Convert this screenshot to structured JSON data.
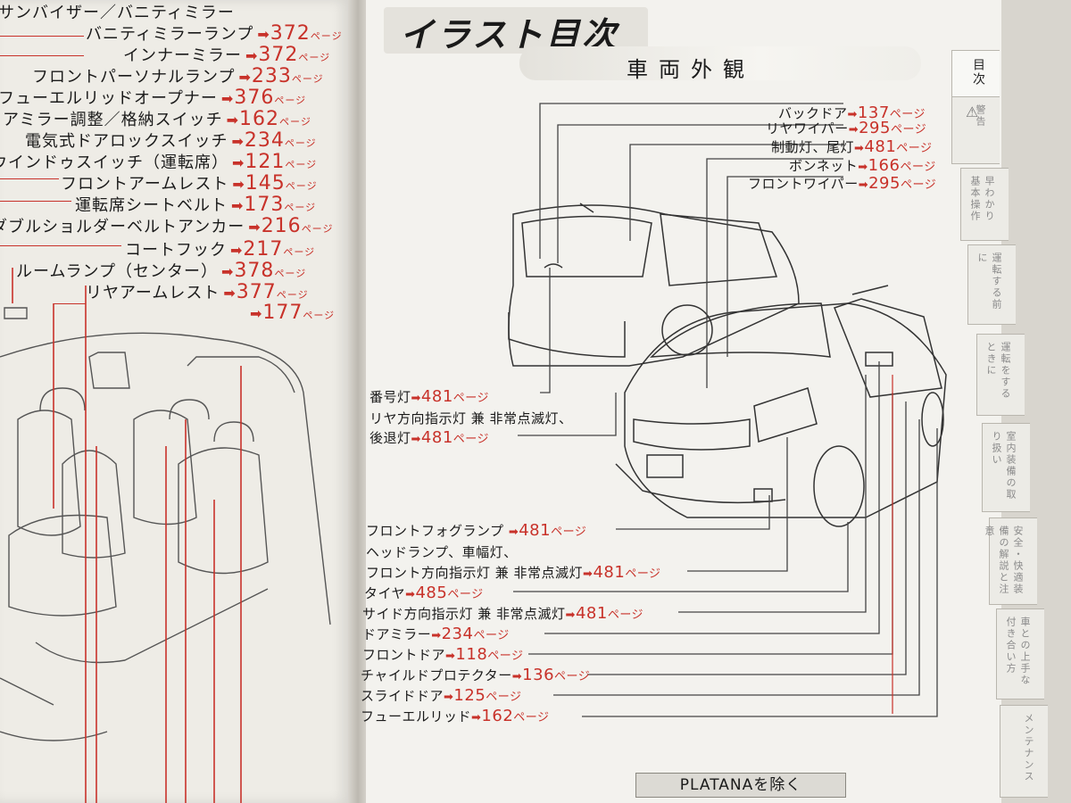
{
  "left_index": [
    {
      "label": "サンバイザー／バニティミラー",
      "page": ""
    },
    {
      "label": "バニティミラーランプ",
      "page": "372"
    },
    {
      "label": "インナーミラー",
      "page": "372"
    },
    {
      "label": "フロントパーソナルランプ",
      "page": "233"
    },
    {
      "label": "フューエルリッドオープナー",
      "page": "376"
    },
    {
      "label": "ドアミラー調整／格納スイッチ",
      "page": "162"
    },
    {
      "label": "電気式ドアロックスイッチ",
      "page": "234"
    },
    {
      "label": "ウインドゥスイッチ（運転席）",
      "page": "121"
    },
    {
      "label": "フロントアームレスト",
      "page": "145"
    },
    {
      "label": "運転席シートベルト",
      "page": "173"
    },
    {
      "label": "ダブルショルダーベルトアンカー",
      "page": "216"
    },
    {
      "label": "コートフック",
      "page": "217"
    },
    {
      "label": "ルームランプ（センター）",
      "page": "378"
    },
    {
      "label": "リヤアームレスト",
      "page": "377"
    },
    {
      "label": "",
      "page": "177"
    }
  ],
  "page_unit": "ページ",
  "arrow": "➡",
  "header": {
    "title": "イラスト目次",
    "subtitle": "車両外観"
  },
  "callouts_top": [
    {
      "label": "バックドア",
      "page": "137"
    },
    {
      "label": "リヤワイパー",
      "page": "295"
    },
    {
      "label": "制動灯、尾灯",
      "page": "481"
    },
    {
      "label": "ボンネット",
      "page": "166"
    },
    {
      "label": "フロントワイパー",
      "page": "295"
    }
  ],
  "callouts_mid": {
    "line1_label": "番号灯",
    "line1_page": "481",
    "line2": "リヤ方向指示灯 兼 非常点滅灯、",
    "line3_label": "後退灯",
    "line3_page": "481"
  },
  "callouts_bottom": [
    {
      "label": "フロントフォグランプ ",
      "page": "481"
    },
    {
      "label": "ヘッドランプ、車幅灯、",
      "page": ""
    },
    {
      "label": "フロント方向指示灯 兼 非常点滅灯",
      "page": "481"
    },
    {
      "label": "タイヤ",
      "page": "485"
    },
    {
      "label": "サイド方向指示灯 兼 非常点滅灯",
      "page": "481"
    },
    {
      "label": "ドアミラー",
      "page": "234"
    },
    {
      "label": "フロントドア",
      "page": "118"
    },
    {
      "label": "チャイルドプロテクター",
      "page": "136"
    },
    {
      "label": "スライドドア",
      "page": "125"
    },
    {
      "label": "フューエルリッド",
      "page": "162"
    }
  ],
  "tabs": [
    {
      "label": "目次"
    },
    {
      "label": "警告"
    },
    {
      "label": "早わかり 基本操作"
    },
    {
      "label": "運転する前に"
    },
    {
      "label": "運転をするときに"
    },
    {
      "label": "室内装備の取り扱い"
    },
    {
      "label": "安全・快適装備の解説と注意"
    },
    {
      "label": "車との上手な付き合い方"
    },
    {
      "label": "メンテナンス"
    }
  ],
  "footer": {
    "note": "PLATANAを除く"
  },
  "colors": {
    "accent": "#c8322a",
    "ink": "#1a1a1a",
    "paper": "#f3f2ee"
  }
}
